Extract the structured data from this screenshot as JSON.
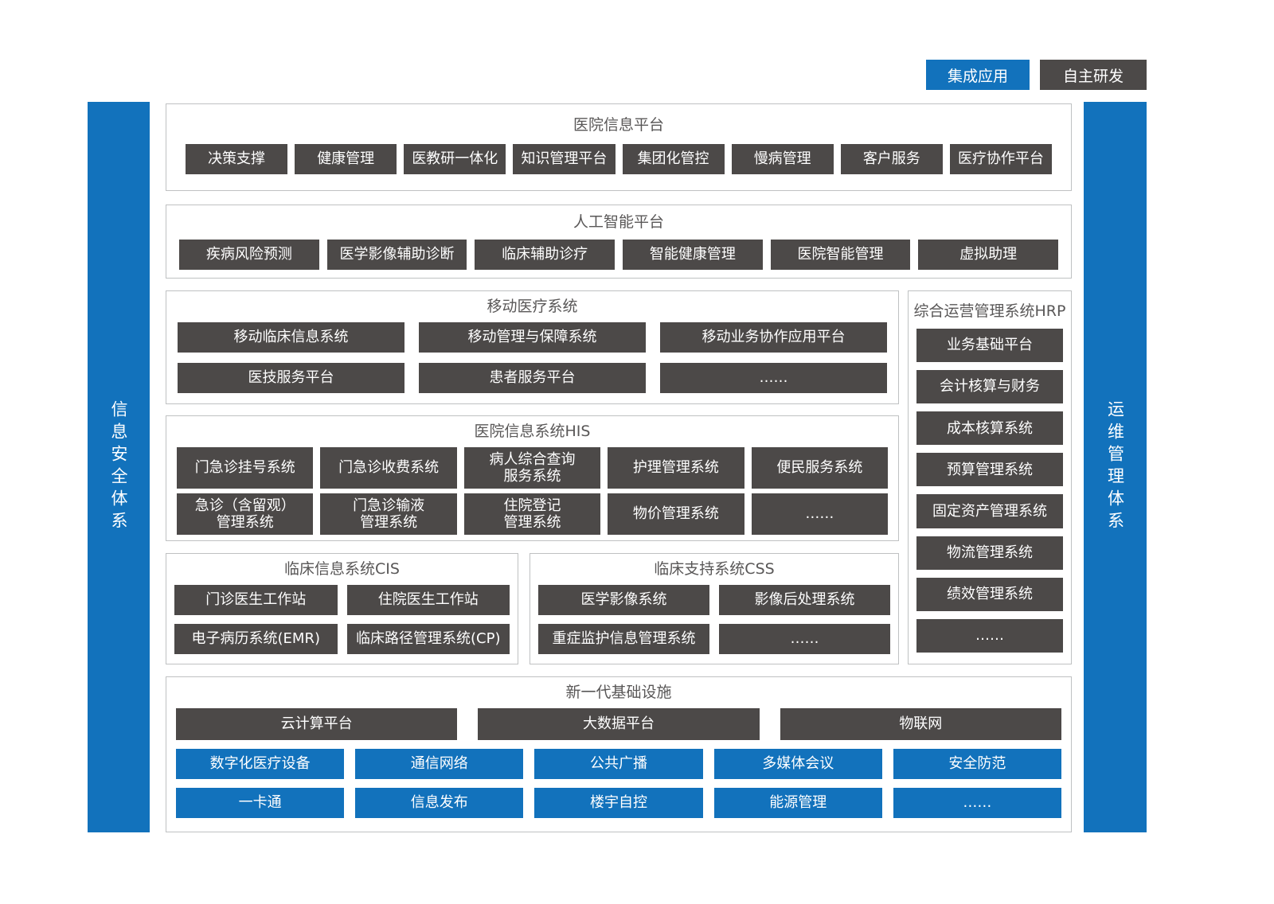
{
  "legend": {
    "integrated_app": "集成应用",
    "self_developed": "自主研发"
  },
  "sidebars": {
    "left": "信息安全体系",
    "right": "运维管理体系"
  },
  "colors": {
    "blue": "#1272BC",
    "dark_gray": "#4C4948",
    "border": "#BFC1C2",
    "title": "#595757"
  },
  "sections": {
    "hospital_info_platform": {
      "title": "医院信息平台",
      "items": [
        "决策支撑",
        "健康管理",
        "医教研一体化",
        "知识管理平台",
        "集团化管控",
        "慢病管理",
        "客户服务",
        "医疗协作平台"
      ]
    },
    "ai_platform": {
      "title": "人工智能平台",
      "items": [
        "疾病风险预测",
        "医学影像辅助诊断",
        "临床辅助诊疗",
        "智能健康管理",
        "医院智能管理",
        "虚拟助理"
      ]
    },
    "mobile_medical": {
      "title": "移动医疗系统",
      "rows": [
        [
          "移动临床信息系统",
          "移动管理与保障系统",
          "移动业务协作应用平台"
        ],
        [
          "医技服务平台",
          "患者服务平台",
          "……"
        ]
      ]
    },
    "hrp": {
      "title": "综合运营管理系统HRP",
      "items": [
        "业务基础平台",
        "会计核算与财务",
        "成本核算系统",
        "预算管理系统",
        "固定资产管理系统",
        "物流管理系统",
        "绩效管理系统",
        "……"
      ]
    },
    "his": {
      "title": "医院信息系统HIS",
      "rows": [
        [
          "门急诊挂号系统",
          "门急诊收费系统",
          "病人综合查询\n服务系统",
          "护理管理系统",
          "便民服务系统"
        ],
        [
          "急诊（含留观）\n管理系统",
          "门急诊输液\n管理系统",
          "住院登记\n管理系统",
          "物价管理系统",
          "……"
        ]
      ]
    },
    "cis": {
      "title": "临床信息系统CIS",
      "rows": [
        [
          "门诊医生工作站",
          "住院医生工作站"
        ],
        [
          "电子病历系统(EMR)",
          "临床路径管理系统(CP)"
        ]
      ]
    },
    "css": {
      "title": "临床支持系统CSS",
      "rows": [
        [
          "医学影像系统",
          "影像后处理系统"
        ],
        [
          "重症监护信息管理系统",
          "……"
        ]
      ]
    },
    "infrastructure": {
      "title": "新一代基础设施",
      "dark_row": [
        "云计算平台",
        "大数据平台",
        "物联网"
      ],
      "blue_rows": [
        [
          "数字化医疗设备",
          "通信网络",
          "公共广播",
          "多媒体会议",
          "安全防范"
        ],
        [
          "一卡通",
          "信息发布",
          "楼宇自控",
          "能源管理",
          "……"
        ]
      ]
    }
  }
}
